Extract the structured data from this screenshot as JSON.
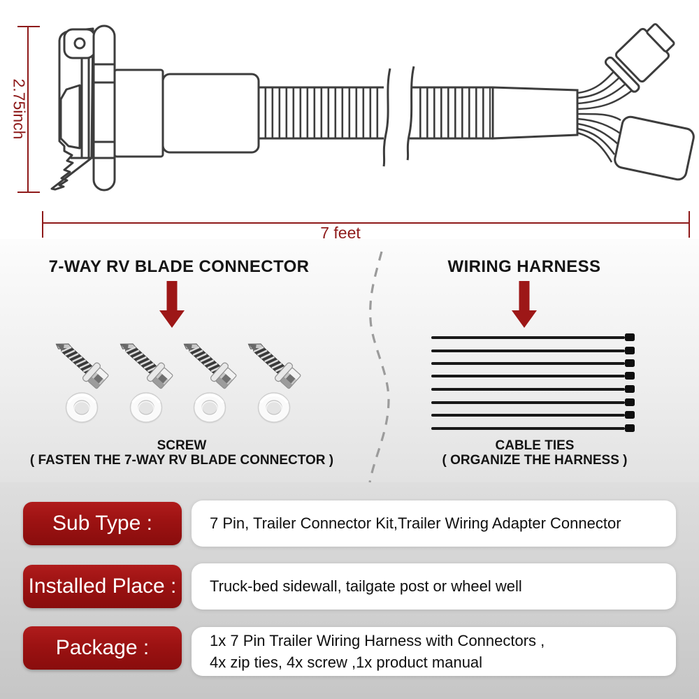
{
  "product_diagram": {
    "height_label": "2.75inch",
    "length_label": "7 feet"
  },
  "kit_sections": {
    "left": {
      "title": "7-WAY RV BLADE CONNECTOR",
      "item_name": "SCREW",
      "item_caption": "( FASTEN THE 7-WAY RV BLADE CONNECTOR )",
      "item_count": 4
    },
    "right": {
      "title": "WIRING HARNESS",
      "item_name": "CABLE TIES",
      "item_caption": "( ORGANIZE THE HARNESS )",
      "item_count": 8
    }
  },
  "specs": [
    {
      "label": "Sub Type :",
      "value": "7 Pin, Trailer Connector Kit,Trailer Wiring Adapter Connector"
    },
    {
      "label": "Installed Place :",
      "value": "Truck-bed sidewall, tailgate post or wheel well"
    },
    {
      "label": "Package :",
      "value_line1": "1x 7 Pin Trailer Wiring Harness with Connectors ,",
      "value_line2": "4x zip ties, 4x screw ,1x product manual"
    }
  ],
  "colors": {
    "dimension_red": "#8e1a1a",
    "arrow_red": "#9d1717",
    "label_box_red": "#9c1212",
    "drawing_stroke": "#3d3d3d",
    "background_gray": "#c6c6c6"
  }
}
